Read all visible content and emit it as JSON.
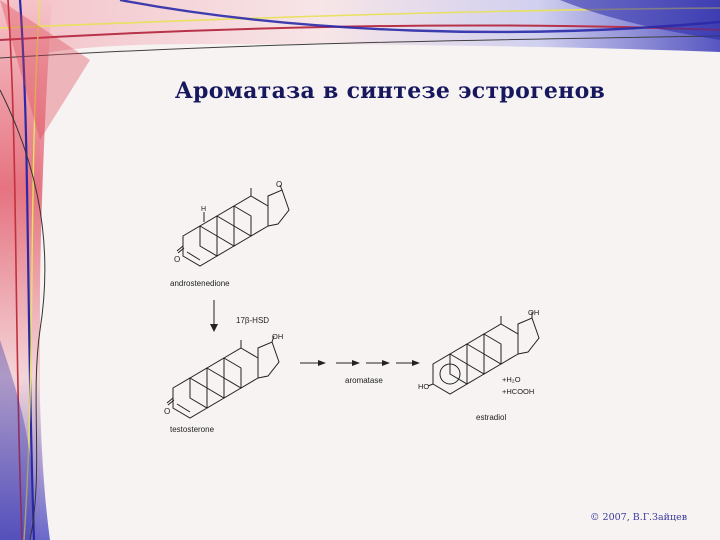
{
  "slide": {
    "title": "Ароматаза в синтезе эстрогенов",
    "footer": "© 2007, В.Г.Зайцев"
  },
  "scheme": {
    "compounds": {
      "androstenedione": "androstenedione",
      "testosterone": "testosterone",
      "estradiol": "estradiol"
    },
    "enzymes": {
      "hsd": "17β-HSD",
      "aromatase": "aromatase"
    },
    "atoms": {
      "o_keto": "O",
      "o_ring_a": "O",
      "h_mark": "H",
      "oh_testosterone": "OH",
      "oh_estradiol": "OH",
      "ho_estradiol": "HO"
    },
    "byproducts": {
      "water": "+H₂O",
      "formate": "+HCOOH"
    }
  },
  "colors": {
    "title": "#17175e",
    "footer": "#3a3a9a",
    "background": "#f7f3f3",
    "deco_red": "#d9404e",
    "deco_blue": "#2a2aa8"
  }
}
